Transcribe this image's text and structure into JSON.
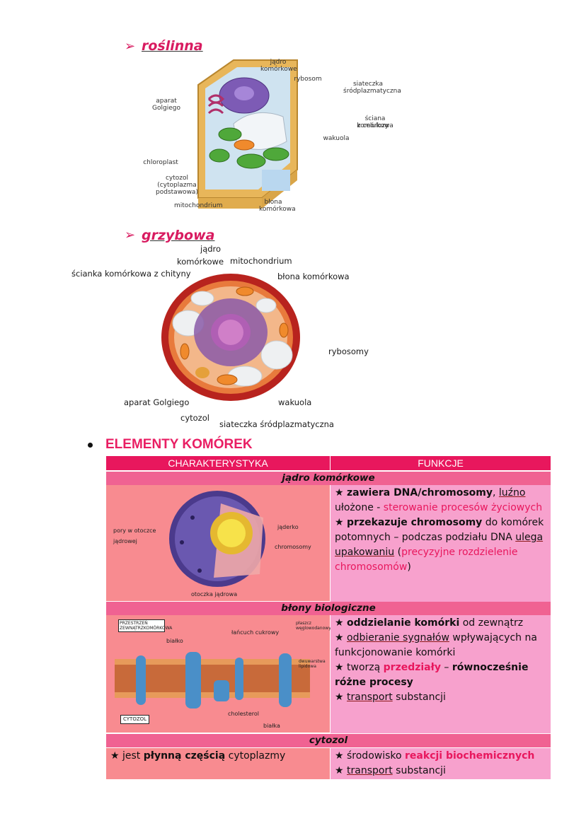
{
  "plant": {
    "title": "roślinna",
    "labels": {
      "nucleus": "jądro komórkowe",
      "ribosome": "rybosom",
      "er": "siateczka śródplazmatyczna",
      "golgi": "aparat Golgiego",
      "wall": "ściana komórkowa",
      "wall2": "z celulozy",
      "vacuole": "wakuola",
      "chloroplast": "chloroplast",
      "cytosol": "cytozol (cytoplazma podstawowa)",
      "mito": "mitochondrium",
      "membrane": "błona komórkowa"
    }
  },
  "fungal": {
    "title": "grzybowa",
    "labels": {
      "nucleus1": "jądro",
      "nucleus2": "komórkowe",
      "mito": "mitochondrium",
      "wall": "ścianka komórkowa z chityny",
      "membrane": "błona komórkowa",
      "ribosomes": "rybosomy",
      "golgi": "aparat Golgiego",
      "vacuole": "wakuola",
      "cytosol": "cytozol",
      "er": "siateczka śródplazmatyczna"
    }
  },
  "elements": {
    "title": "ELEMENTY KOMÓREK",
    "col_left": "CHARAKTERYSTYKA",
    "col_right": "FUNKCJE",
    "nucleus": {
      "title": "jądro komórkowe",
      "labels": {
        "pores1": "pory w otoczce",
        "pores2": "jądrowej",
        "nucleolus": "jąderko",
        "chromosome": "chromosomy",
        "envelope": "otoczka jądrowa"
      },
      "f1_a": "★ ",
      "f1_b": "zawiera DNA/chromosomy",
      "f1_c": ", ",
      "f1_d": "luźno",
      "f1_e": "ułożone - ",
      "f1_f": "sterowanie procesów życiowych",
      "f2_a": "★ ",
      "f2_b": "przekazuje chromosomy",
      "f2_c": " do komórek",
      "f2_d": "potomnych – podczas podziału DNA ",
      "f2_e": "ulega",
      "f2_f": "upakowaniu",
      "f2_g": " (",
      "f2_h": "precyzyjne rozdzielenie",
      "f2_i": "chromosomów",
      "f2_j": ")"
    },
    "membranes": {
      "title": "błony biologiczne",
      "labels": {
        "outside": "PRZESTRZEŃ ZEWNĄTRZKOMÓRKOWA",
        "protein": "białko",
        "sugar": "łańcuch cukrowy",
        "lipid_layer": "płaszcz węglowodanowy",
        "bilayer": "dwuwarstwa lipidowa",
        "cholesterol": "cholesterol",
        "proteins2": "białka",
        "cytosol": "CYTOZOL"
      },
      "f1_a": "★ ",
      "f1_b": "oddzielanie komórki",
      "f1_c": " od zewnątrz",
      "f2_a": "★ ",
      "f2_b": "odbieranie sygnałów",
      "f2_c": " wpływających na",
      "f2_d": "funkcjonowanie komórki",
      "f3_a": "★ tworzą ",
      "f3_b": "przedziały",
      "f3_c": " – ",
      "f3_d": "równocześnie",
      "f3_e": "różne procesy",
      "f4_a": "★ ",
      "f4_b": "transport",
      "f4_c": " substancji"
    },
    "cytosol": {
      "title": "cytozol",
      "l1_a": "★ jest ",
      "l1_b": "płynną częścią",
      "l1_c": " cytoplazmy",
      "r1_a": "★ środowisko ",
      "r1_b": "reakcji biochemicznych",
      "r2_a": "★ ",
      "r2_b": "transport",
      "r2_c": " substancji"
    }
  },
  "colors": {
    "accent": "#e8175d",
    "section": "#f06292",
    "left_cell": "#f88b90",
    "right_cell": "#f7a1cd"
  }
}
